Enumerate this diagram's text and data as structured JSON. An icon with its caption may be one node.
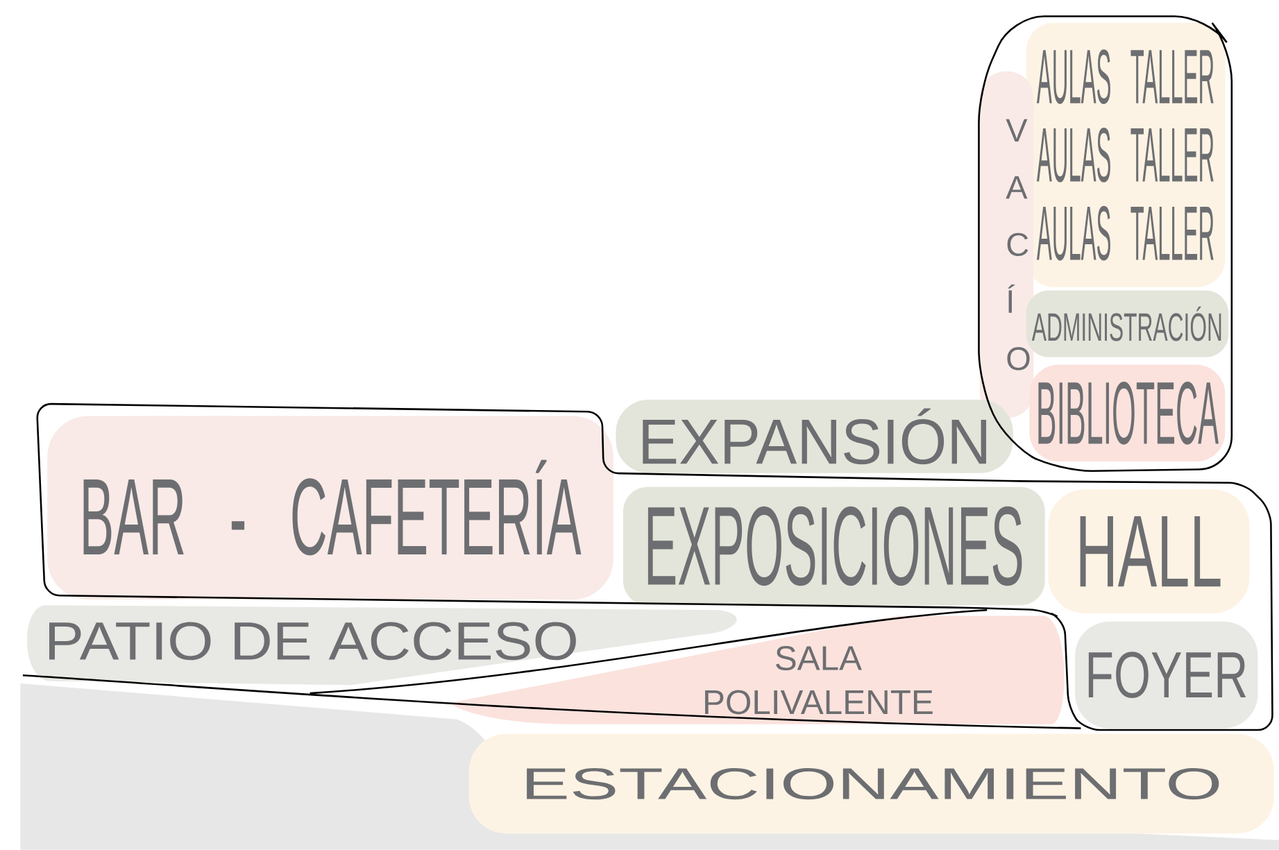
{
  "diagram": {
    "nodes": [
      {
        "text": [
          "AULAS TALLER",
          "AULAS TALLER",
          "AULAS TALLER"
        ]
      },
      {
        "text": [
          "VACÍO"
        ]
      },
      {
        "text": [
          "ADMINISTRACIÓN"
        ]
      },
      {
        "text": [
          "BIBLIOTECA"
        ]
      },
      {
        "text": [
          "EXPANSIÓN"
        ]
      },
      {
        "text": [
          "BAR - CAFETERÍA"
        ]
      },
      {
        "text": [
          "EXPOSICIONES"
        ]
      },
      {
        "text": [
          "HALL"
        ]
      },
      {
        "text": [
          "PATIO DE ACCESO"
        ]
      },
      {
        "text": [
          "SALA POLIVALENTE"
        ]
      },
      {
        "text": [
          "FOYER"
        ]
      },
      {
        "text": [
          "ESTACIONAMIENTO"
        ]
      }
    ]
  }
}
